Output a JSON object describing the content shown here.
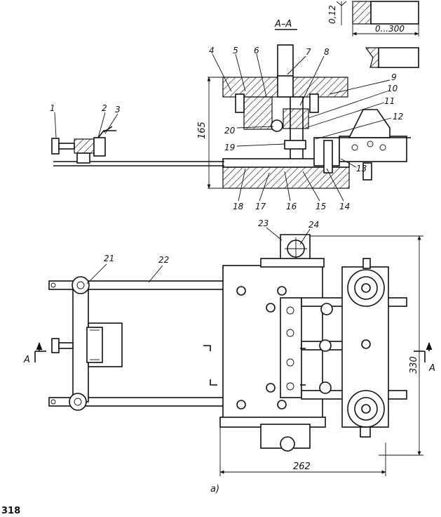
{
  "section": {
    "title": "A–A"
  },
  "surface": {
    "roughness": "0,12",
    "length_range": "0...300"
  },
  "dimensions": {
    "height_165": "165",
    "height_330": "330",
    "width_262": "262"
  },
  "section_marker": "A",
  "callouts": [
    "1",
    "2",
    "3",
    "4",
    "5",
    "6",
    "7",
    "8",
    "9",
    "10",
    "11",
    "12",
    "13",
    "14",
    "15",
    "16",
    "17",
    "18",
    "19",
    "20",
    "21",
    "22",
    "23",
    "24"
  ],
  "caption": "а)",
  "page_number": "318"
}
